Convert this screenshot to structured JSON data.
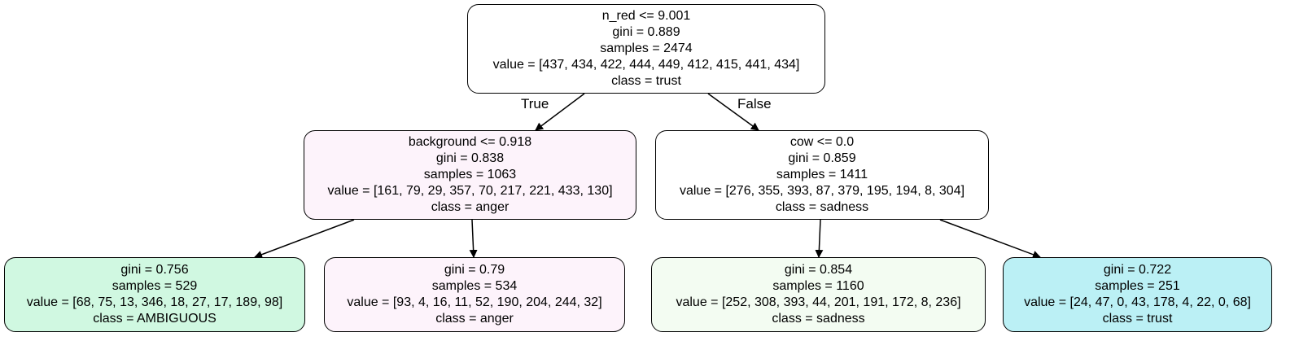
{
  "tree": {
    "nodes": {
      "root": {
        "split": "n_red <= 9.001",
        "gini": "gini = 0.889",
        "samples": "samples = 2474",
        "value": "value = [437, 434, 422, 444, 449, 412, 415, 441, 434]",
        "class": "class = trust",
        "fill": "#ffffff"
      },
      "left": {
        "split": "background <= 0.918",
        "gini": "gini = 0.838",
        "samples": "samples = 1063",
        "value": "value = [161, 79, 29, 357, 70, 217, 221, 433, 130]",
        "class": "class = anger",
        "fill": "#fdf3fb"
      },
      "right": {
        "split": "cow <= 0.0",
        "gini": "gini = 0.859",
        "samples": "samples = 1411",
        "value": "value = [276, 355, 393, 87, 379, 195, 194, 8, 304]",
        "class": "class = sadness",
        "fill": "#ffffff"
      },
      "leaf_ll": {
        "gini": "gini = 0.756",
        "samples": "samples = 529",
        "value": "value = [68, 75, 13, 346, 18, 27, 17, 189, 98]",
        "class": "class = AMBIGUOUS",
        "fill": "#d0f8e1"
      },
      "leaf_lr": {
        "gini": "gini = 0.79",
        "samples": "samples = 534",
        "value": "value = [93, 4, 16, 11, 52, 190, 204, 244, 32]",
        "class": "class = anger",
        "fill": "#fdf3fb"
      },
      "leaf_rl": {
        "gini": "gini = 0.854",
        "samples": "samples = 1160",
        "value": "value = [252, 308, 393, 44, 201, 191, 172, 8, 236]",
        "class": "class = sadness",
        "fill": "#f3fcf2"
      },
      "leaf_rr": {
        "gini": "gini = 0.722",
        "samples": "samples = 251",
        "value": "value = [24, 47, 0, 43, 178, 4, 22, 0, 68]",
        "class": "class = trust",
        "fill": "#bbf0f5"
      }
    },
    "edge_labels": {
      "true": "True",
      "false": "False"
    }
  }
}
